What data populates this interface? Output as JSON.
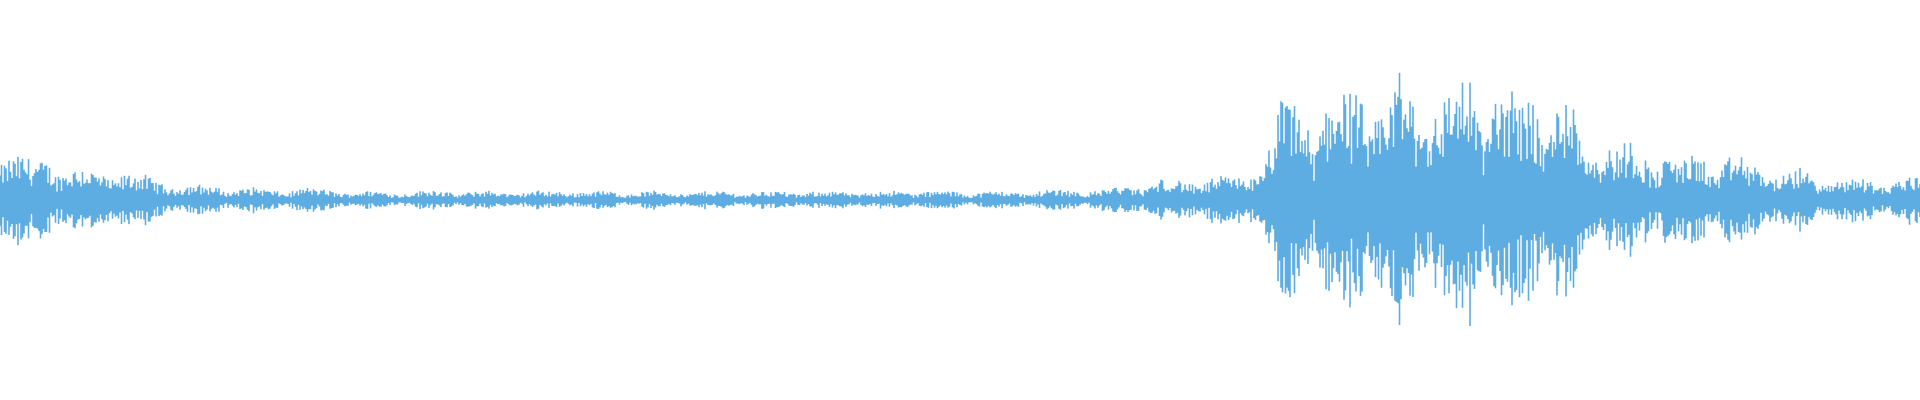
{
  "waveform": {
    "color": "#5DACE2",
    "background": "#FFFFFF",
    "amplitude_envelope": [
      0.32,
      0.26,
      0.22,
      0.26,
      0.2,
      0.18,
      0.16,
      0.18,
      0.15,
      0.12,
      0.1,
      0.09,
      0.08,
      0.08,
      0.07,
      0.07,
      0.06,
      0.06,
      0.07,
      0.06,
      0.06,
      0.05,
      0.05,
      0.05,
      0.05,
      0.05,
      0.06,
      0.05,
      0.05,
      0.05,
      0.05,
      0.05,
      0.05,
      0.05,
      0.06,
      0.05,
      0.05,
      0.05,
      0.05,
      0.05,
      0.05,
      0.05,
      0.05,
      0.05,
      0.05,
      0.05,
      0.05,
      0.05,
      0.05,
      0.05,
      0.05,
      0.05,
      0.05,
      0.05,
      0.06,
      0.05,
      0.05,
      0.05,
      0.05,
      0.05,
      0.05,
      0.05,
      0.06,
      0.06,
      0.06,
      0.06,
      0.07,
      0.08,
      0.1,
      0.12,
      0.11,
      0.12,
      0.14,
      0.12,
      0.16,
      0.22,
      0.52,
      0.62,
      0.48,
      0.68,
      0.6,
      0.66,
      0.58,
      0.72,
      0.6,
      0.75,
      0.58,
      0.78,
      0.62,
      0.7,
      0.54,
      0.76,
      0.52,
      0.68,
      0.36,
      0.42,
      0.3,
      0.32,
      0.26,
      0.3,
      0.22,
      0.28,
      0.22,
      0.26,
      0.2,
      0.22,
      0.14,
      0.18,
      0.12,
      0.14,
      0.12,
      0.12,
      0.12,
      0.13,
      0.14
    ]
  }
}
